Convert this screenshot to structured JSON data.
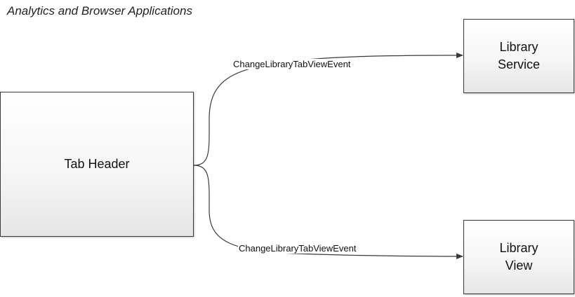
{
  "title": "Analytics and Browser Applications",
  "nodes": {
    "tab_header": "Tab Header",
    "library_service": "Library\nService",
    "library_view": "Library\nView"
  },
  "edges": [
    {
      "from": "Tab Header",
      "to": "Library Service",
      "label": "ChangeLibraryTabViewEvent"
    },
    {
      "from": "Tab Header",
      "to": "Library View",
      "label": "ChangeLibraryTabViewEvent"
    }
  ],
  "colors": {
    "stroke": "#3a3a3a",
    "node_fill_top": "#ffffff",
    "node_fill_bottom": "#e6e6e6"
  }
}
